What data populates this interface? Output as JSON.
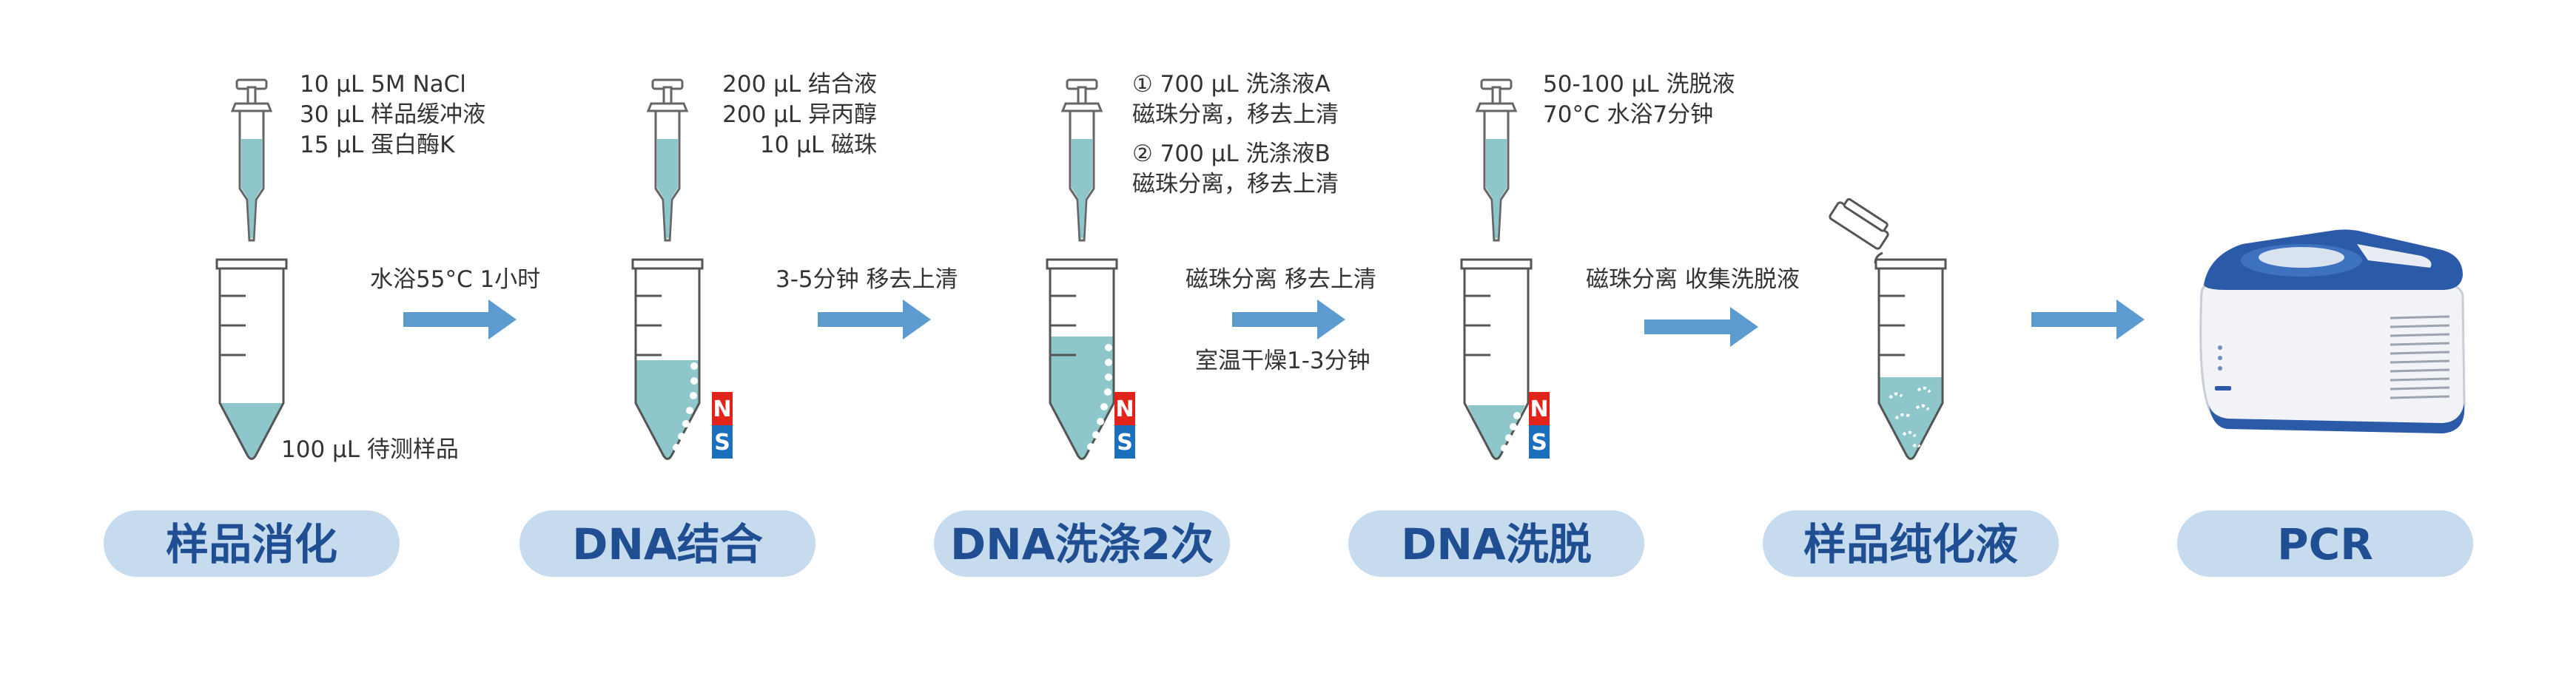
{
  "colors": {
    "liquid": "#8dc7cc",
    "arrow": "#5b9bd0",
    "label_bg": "#c7dbee",
    "label_text": "#1f4e92",
    "magnet_north": "#e2231a",
    "magnet_south": "#1c6fba",
    "machine_blue": "#2a5aa8"
  },
  "icons": [
    "pipette-icon",
    "tube-icon",
    "magnet-icon",
    "open-tube-icon",
    "pcr-machine-icon",
    "arrow-right-icon"
  ],
  "steps": [
    {
      "label": "样品消化",
      "reagents": [
        "10 μL 5M NaCl",
        "30 μL 样品缓冲液",
        "15 μL 蛋白酶K"
      ],
      "tube_note": "100 μL 待测样品",
      "arrow_above": "水浴55°C 1小时",
      "arrow_below": ""
    },
    {
      "label": "DNA结合",
      "reagents": [
        "200 μL 结合液",
        "200 μL 异丙醇",
        "10 μL 磁珠"
      ],
      "tube_note": "",
      "arrow_above": "3-5分钟 移去上清",
      "arrow_below": ""
    },
    {
      "label": "DNA洗涤2次",
      "reagents": [
        "① 700 μL 洗涤液A",
        "磁珠分离，移去上清",
        "② 700 μL 洗涤液B",
        "磁珠分离，移去上清"
      ],
      "tube_note": "",
      "arrow_above": "磁珠分离 移去上清",
      "arrow_below": "室温干燥1-3分钟"
    },
    {
      "label": "DNA洗脱",
      "reagents": [
        "50-100 μL 洗脱液",
        "70°C 水浴7分钟"
      ],
      "tube_note": "",
      "arrow_above": "磁珠分离 收集洗脱液",
      "arrow_below": ""
    },
    {
      "label": "样品纯化液",
      "reagents": [],
      "tube_note": "",
      "arrow_above": "",
      "arrow_below": ""
    },
    {
      "label": "PCR",
      "reagents": [],
      "tube_note": "",
      "arrow_above": "",
      "arrow_below": ""
    }
  ],
  "magnet": {
    "north": "N",
    "south": "S"
  }
}
